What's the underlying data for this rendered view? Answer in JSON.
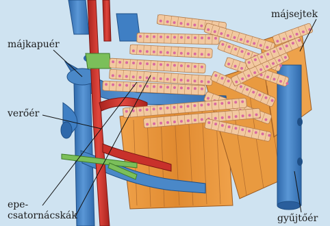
{
  "labels": {
    "majsejtek": "májsejtek",
    "majkapuer": "májkapuér",
    "veroer": "verőér",
    "epe_line1": "epe-",
    "epe_line2": "csatornácskák",
    "gyujtoer": "gyűjtőér"
  },
  "colors": {
    "background": "#cfe3f1",
    "hepatocyte": "#f2c9a0",
    "hepatocyte_border": "#b27a4a",
    "nucleus": "#d96aa0",
    "tissue_orange": "#e8943c",
    "vein_blue": "#3f7fc4",
    "artery_red": "#c8312b",
    "bile_green": "#7bbf5a"
  }
}
